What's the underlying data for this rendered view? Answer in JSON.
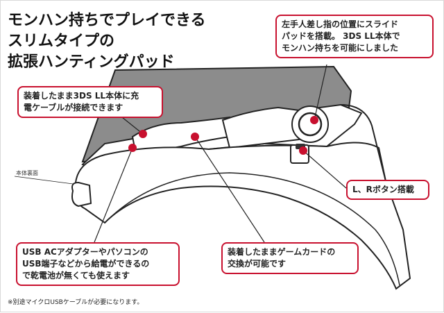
{
  "title": "モンハン持ちでプレイできる\nスリムタイプの\n拡張ハンティングパッド",
  "callouts": {
    "slide_pad": "左手人差し指の位置にスライド\nパッドを搭載。 3DS LL本体で\nモンハン持ちを可能にしました",
    "charge_cable": "装着したまま3DS LL本体に充\n電ケーブルが接続できます",
    "lr_button": "L、Rボタン搭載",
    "usb_power": "USB ACアダプターやパソコンの\nUSB端子などから給電ができるの\nで乾電池が無くても使えます",
    "game_card": "装着したままゲームカードの\n交換が可能です"
  },
  "rear_label": "本体裏面",
  "footnote": "※別途マイクロUSBケーブルが必要になります。",
  "colors": {
    "accent": "#c8102e",
    "line": "#222222",
    "screen": "#8c8c8c"
  }
}
